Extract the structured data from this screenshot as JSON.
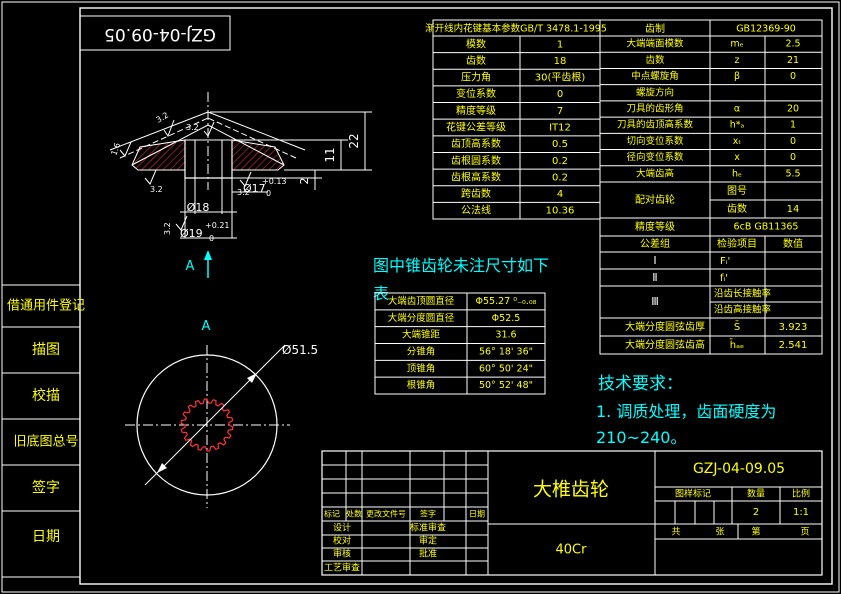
{
  "drawing_number": "GZJ-04-09.05",
  "title_block": {
    "part_name": "大椎齿轮",
    "material": "40Cr",
    "drawing_number": "GZJ-04-09.05",
    "headers": [
      "图样标记",
      "数量",
      "比例"
    ],
    "quantity": "2",
    "scale": "1:1",
    "sheet_total": "共",
    "sheet_total_unit": "张",
    "sheet_no": "第",
    "sheet_no_unit": "页",
    "revision_labels": [
      "标记",
      "处数",
      "更改文件号",
      "签字",
      "日期"
    ],
    "sign_rows": [
      {
        "left": "设计",
        "right": "标准审查"
      },
      {
        "left": "校对",
        "right": "审定"
      },
      {
        "left": "审核",
        "right": "批准"
      },
      {
        "left": "工艺审查",
        "right": ""
      }
    ]
  },
  "side_register": {
    "title": "借通用件登记",
    "items": [
      "描图",
      "校描",
      "旧底图总号",
      "签字",
      "日期"
    ]
  },
  "spline_table": {
    "header": "渐开线内花键基本参数GB/T 3478.1-1995",
    "rows": [
      {
        "label": "模数",
        "value": "1"
      },
      {
        "label": "齿数",
        "value": "18"
      },
      {
        "label": "压力角",
        "value": "30(平齿根)"
      },
      {
        "label": "变位系数",
        "value": "0"
      },
      {
        "label": "精度等级",
        "value": "7"
      },
      {
        "label": "花键公差等级",
        "value": "IT12"
      },
      {
        "label": "齿顶高系数",
        "value": "0.5"
      },
      {
        "label": "齿根圆系数",
        "value": "0.2"
      },
      {
        "label": "齿根高系数",
        "value": "0.2"
      },
      {
        "label": "跨齿数",
        "value": "4"
      },
      {
        "label": "公法线",
        "value": "10.36"
      }
    ]
  },
  "gear_table": {
    "header_label": "齿制",
    "header_value": "GB12369-90",
    "rows": [
      {
        "label": "大端端面模数",
        "sym": "mₑ",
        "value": "2.5"
      },
      {
        "label": "齿数",
        "sym": "z",
        "value": "21"
      },
      {
        "label": "中点螺旋角",
        "sym": "β",
        "value": "0"
      },
      {
        "label": "螺旋方向",
        "sym": "",
        "value": ""
      },
      {
        "label": "刀具的齿形角",
        "sym": "α",
        "value": "20"
      },
      {
        "label": "刀具的齿顶高系数",
        "sym": "h*ₐ",
        "value": "1"
      },
      {
        "label": "切向变位系数",
        "sym": "xₜ",
        "value": "0"
      },
      {
        "label": "径向变位系数",
        "sym": "x",
        "value": "0"
      },
      {
        "label": "大端齿高",
        "sym": "hₑ",
        "value": "5.5"
      }
    ],
    "mating_label": "配对齿轮",
    "mating_rows": [
      {
        "label": "图号",
        "value": ""
      },
      {
        "label": "齿数",
        "value": "14"
      }
    ],
    "accuracy_label": "精度等级",
    "accuracy_value": "6cB  GB11365",
    "group_headers": [
      "公差组",
      "检验项目",
      "数值"
    ],
    "groups": [
      {
        "group": "Ⅰ",
        "item": "Fᵢ'",
        "value": ""
      },
      {
        "group": "Ⅱ",
        "item": "fᵢ'",
        "value": ""
      },
      {
        "group": "Ⅲ",
        "item": "沿齿长接触率",
        "value": ""
      },
      {
        "group": "",
        "item": "沿齿高接触率",
        "value": ""
      }
    ],
    "tail_rows": [
      {
        "label": "大端分度圆弦齿厚",
        "sym": "S̄",
        "value": "3.923"
      },
      {
        "label": "大端分度圆弦齿高",
        "sym": "h̄ₐₑ",
        "value": "2.541"
      }
    ]
  },
  "cone_dims": {
    "title": "图中锥齿轮未注尺寸如下表",
    "rows": [
      {
        "label": "大端齿顶圆直径",
        "value": "Φ55.27 ⁰₋₀.₀₈"
      },
      {
        "label": "大端分度圆直径",
        "value": "Φ52.5"
      },
      {
        "label": "大端锥距",
        "value": "31.6"
      },
      {
        "label": "分锥角",
        "value": "56° 18' 36\""
      },
      {
        "label": "顶锥角",
        "value": "60° 50' 24\""
      },
      {
        "label": "根锥角",
        "value": "50° 52' 48\""
      }
    ]
  },
  "tech_req": {
    "title": "技术要求：",
    "lines": [
      "1. 调质处理，齿面硬度为",
      "210~240。"
    ]
  },
  "section": {
    "roughness": [
      "3.2",
      "3.2",
      "1.6",
      "3.2",
      "3.2",
      "3.2"
    ],
    "dims": [
      "22",
      "11",
      "2",
      "Ø18",
      "Ø17",
      "+0.13",
      "0",
      "Ø19",
      "+0.21",
      "0"
    ],
    "view_label": "A"
  },
  "plan": {
    "view_label": "A",
    "diameter": "Ø51.5"
  }
}
